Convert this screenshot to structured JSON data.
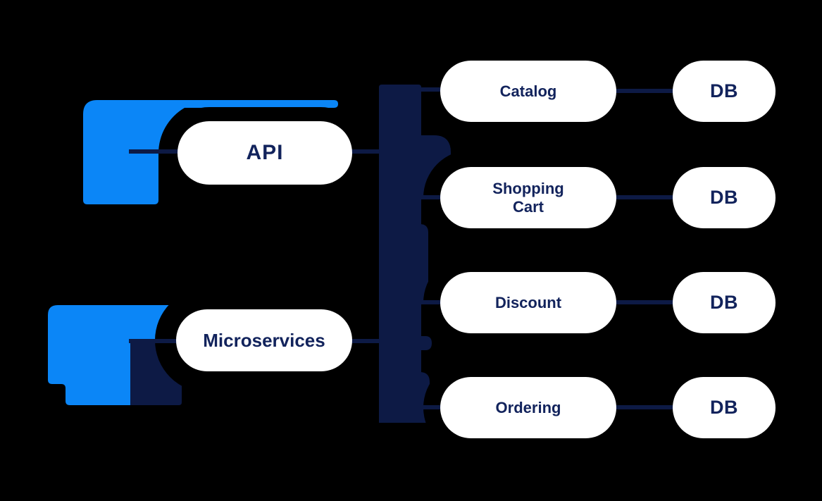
{
  "nodes": {
    "api": {
      "label": "API"
    },
    "microservices": {
      "label": "Microservices"
    }
  },
  "services": [
    {
      "label": "Catalog",
      "db": "DB"
    },
    {
      "label": "Shopping Cart",
      "db": "DB"
    },
    {
      "label": "Discount",
      "db": "DB"
    },
    {
      "label": "Ordering",
      "db": "DB"
    }
  ],
  "icons": {
    "api_icon": "browser-window-icon",
    "microservices_icon": "stacked-windows-icon"
  },
  "colors": {
    "background": "#000000",
    "accent_blue": "#0b86f7",
    "navy": "#0d1a45",
    "pill_fill": "#ffffff",
    "text_navy": "#12235c"
  }
}
